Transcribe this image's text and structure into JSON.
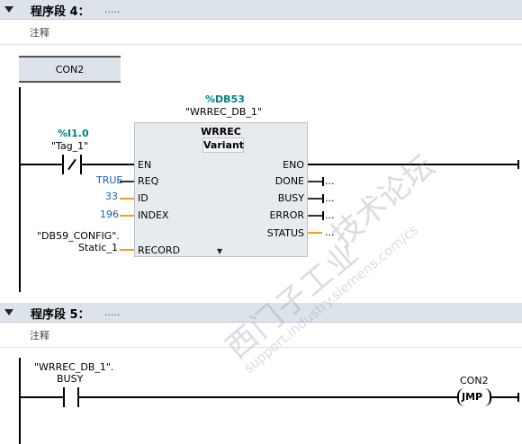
{
  "network4": {
    "title": "程序段 4：",
    "dots": ".....",
    "comment": "注释",
    "jump_label": "CON2",
    "instance_db": "%DB53",
    "instance_name": "\"WRREC_DB_1\"",
    "contact_address": "%I1.0",
    "contact_tag": "\"Tag_1\"",
    "block": {
      "name": "WRREC",
      "type": "Variant",
      "inputs": [
        "EN",
        "REQ",
        "ID",
        "INDEX",
        "RECORD"
      ],
      "outputs": [
        "ENO",
        "DONE",
        "BUSY",
        "ERROR",
        "STATUS"
      ]
    },
    "values": {
      "req": "TRUE",
      "id": "33",
      "index": "196",
      "record_line1": "\"DB59_CONFIG\".",
      "record_line2": "Static_1"
    },
    "output_dots": "...",
    "expand_arrow": "▼"
  },
  "network5": {
    "title": "程序段 5：",
    "dots": ".....",
    "comment": "注释",
    "contact_line1": "\"WRREC_DB_1\".",
    "contact_line2": "BUSY",
    "jmp_label": "CON2",
    "jmp_text": "JMP"
  },
  "watermark": {
    "text1": "西门子工业",
    "text2": "support.industry.siemens.com/cs",
    "text3": "技术论坛"
  },
  "colors": {
    "header_bg": "#dde3ea",
    "teal": "#008080",
    "blue": "#1a5fb4",
    "orange": "#f0a020"
  }
}
